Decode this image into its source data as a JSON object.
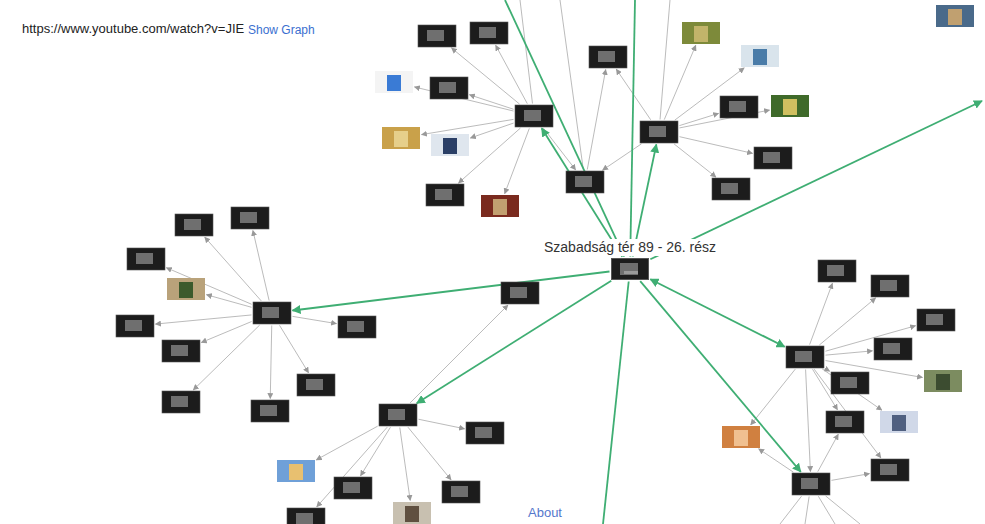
{
  "diagram": {
    "nodes": [
      {
        "text": [
          "Szabadság tér 89 - 26. rész"
        ]
      }
    ],
    "labels": [
      "https://www.youtube.com/watch?v=JIE",
      "Show Graph",
      "About"
    ]
  }
}
